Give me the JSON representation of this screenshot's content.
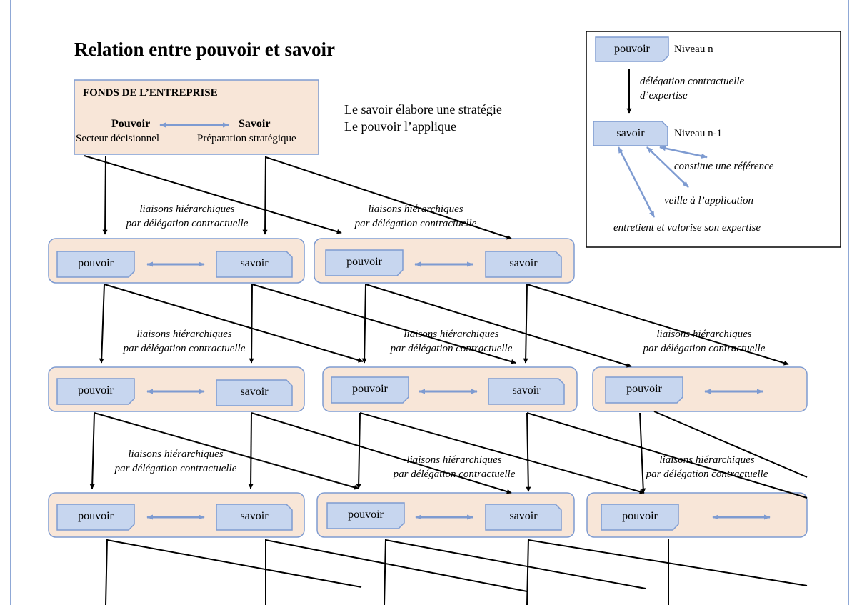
{
  "title": "Relation entre pouvoir et savoir",
  "statements": [
    "Le savoir élabore une stratégie",
    "Le pouvoir l’applique"
  ],
  "fonds": {
    "heading": "FONDS DE L’ENTREPRISE",
    "pouvoir_label": "Pouvoir",
    "savoir_label": "Savoir",
    "pouvoir_sub": "Secteur décisionnel",
    "savoir_sub": "Préparation stratégique"
  },
  "node": {
    "pouvoir": "pouvoir",
    "savoir": "savoir"
  },
  "link_label": [
    "liaisons hiérarchiques",
    "par délégation contractuelle"
  ],
  "legend": {
    "top_tag": "pouvoir",
    "top_level": "Niveau n",
    "delegation": [
      "délégation contractuelle",
      "d’expertise"
    ],
    "bottom_tag": "savoir",
    "bottom_level": "Niveau n-1",
    "roles": [
      "constitue une référence",
      "veille à l’application",
      "entretient et valorise son expertise"
    ]
  },
  "colors": {
    "box_fill": "#f8e6d8",
    "box_stroke": "#7e9bd1",
    "tag_fill": "#c7d6ef",
    "arrow": "#7e9bd1",
    "page_line": "#8fa8d6"
  }
}
